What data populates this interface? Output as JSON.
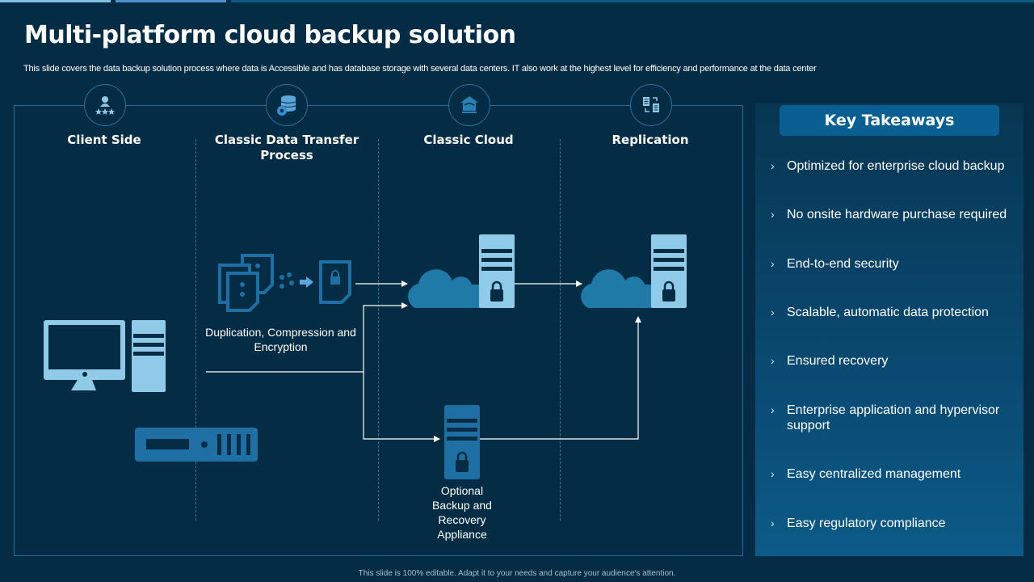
{
  "slide": {
    "title": "Multi-platform cloud backup solution",
    "subtitle": "This slide covers the data backup solution process where data is Accessible and has database storage with several data centers. IT also  work at the highest level for efficiency and performance at the data center",
    "footer": "This slide is 100% editable.  Adapt it to your needs and capture your audience's attention."
  },
  "colors": {
    "background": "#042d45",
    "accent_light": "#8fcbe8",
    "accent_mid": "#1f7aa8",
    "accent_dark": "#0a5f92"
  },
  "diagram": {
    "columns": [
      {
        "title": "Client Side",
        "icon": "users-rating-icon"
      },
      {
        "title": "Classic Data Transfer Process",
        "icon": "database-gear-icon"
      },
      {
        "title": "Classic Cloud",
        "icon": "cloud-house-icon"
      },
      {
        "title": "Replication",
        "icon": "replication-icon"
      }
    ],
    "nodes": {
      "client_computer": "desktop-computer-icon",
      "client_appliance": "rack-appliance-icon",
      "dce_label": "Duplication, Compression and Encryption",
      "classic_cloud": "cloud-server-lock-icon",
      "replica_cloud": "cloud-server-lock-icon",
      "optional_appliance_label": "Optional Backup and Recovery Appliance"
    }
  },
  "takeaways": {
    "header": "Key Takeaways",
    "items": [
      "Optimized for enterprise cloud backup",
      "No onsite hardware purchase required",
      "End-to-end security",
      "Scalable, automatic data protection",
      "Ensured recovery",
      "Enterprise application and hypervisor support",
      "Easy centralized management",
      "Easy regulatory compliance"
    ]
  }
}
